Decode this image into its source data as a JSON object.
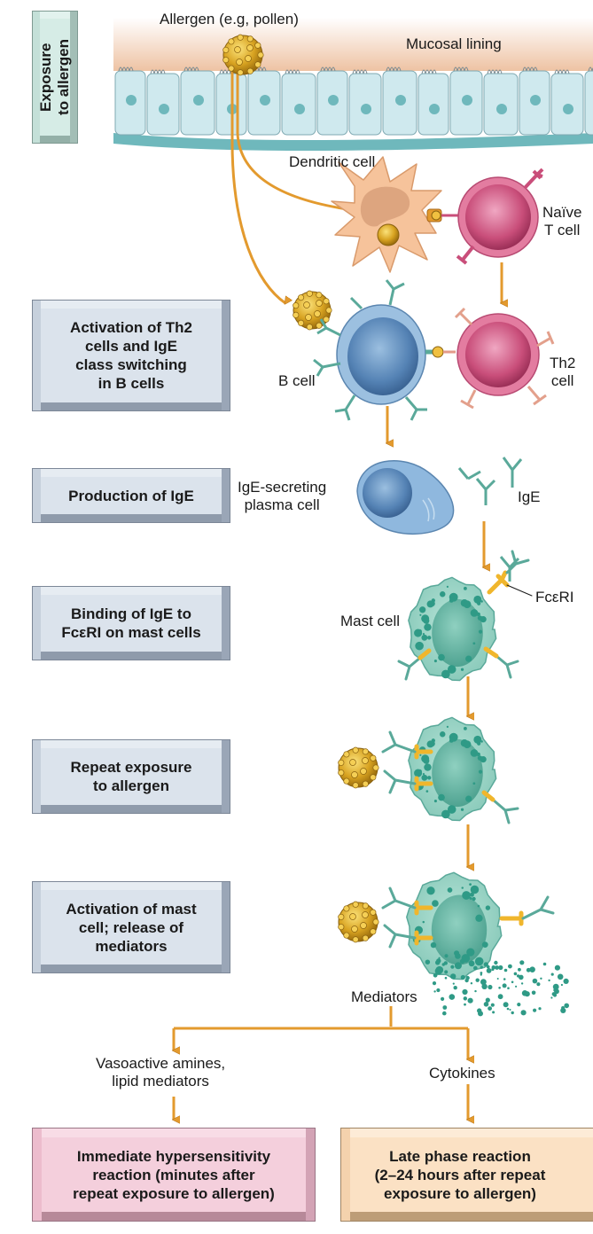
{
  "title": "Sequence of events in immediate hypersensitivity (allergy)",
  "colors": {
    "arrow": "#e39a2e",
    "allergen": "#d8a321",
    "step_box": "#dbe3ec",
    "exposure_box": "#d6ece6",
    "immediate_box": "#f4cfdc",
    "late_box": "#fbe1c4",
    "mucosa": "#f2d4bc",
    "epithelium": "#cfe9ee",
    "mast_cell": "#8fcfc0",
    "b_cell": "#8fb4d6",
    "t_cell": "#d9688f",
    "dendritic": "#f6c39b",
    "ige": "#5aa99a",
    "fc_receptor": "#f0b62c"
  },
  "steps": [
    {
      "id": "exposure",
      "label": "Exposure\nto allergen",
      "line1": "Exposure",
      "line2": "to allergen"
    },
    {
      "id": "activation-th2",
      "lines": [
        "Activation of Th2",
        "cells and IgE",
        "class switching",
        "in B cells"
      ]
    },
    {
      "id": "production-ige",
      "lines": [
        "Production of IgE"
      ]
    },
    {
      "id": "binding-ige",
      "lines": [
        "Binding of IgE to",
        "FcεRI on mast cells"
      ]
    },
    {
      "id": "repeat-exposure",
      "lines": [
        "Repeat exposure",
        "to allergen"
      ]
    },
    {
      "id": "activation-mast",
      "lines": [
        "Activation of mast",
        "cell; release of",
        "mediators"
      ]
    }
  ],
  "labels": {
    "allergen": "Allergen (e.g, pollen)",
    "mucosal_lining": "Mucosal lining",
    "dendritic_cell": "Dendritic cell",
    "naive_t_cell_1": "Naïve",
    "naive_t_cell_2": "T cell",
    "b_cell": "B cell",
    "th2_cell_1": "Th2",
    "th2_cell_2": "cell",
    "plasma_cell_1": "IgE-secreting",
    "plasma_cell_2": "plasma cell",
    "ige": "IgE",
    "fceri": "FcεRI",
    "mast_cell": "Mast cell",
    "mediators": "Mediators",
    "vasoactive_1": "Vasoactive amines,",
    "vasoactive_2": "lipid mediators",
    "cytokines": "Cytokines"
  },
  "outcomes": {
    "immediate": {
      "lines": [
        "Immediate hypersensitivity",
        "reaction (minutes after",
        "repeat exposure to allergen)"
      ]
    },
    "late": {
      "lines": [
        "Late phase reaction",
        "(2–24 hours after repeat",
        "exposure to allergen)"
      ]
    }
  }
}
